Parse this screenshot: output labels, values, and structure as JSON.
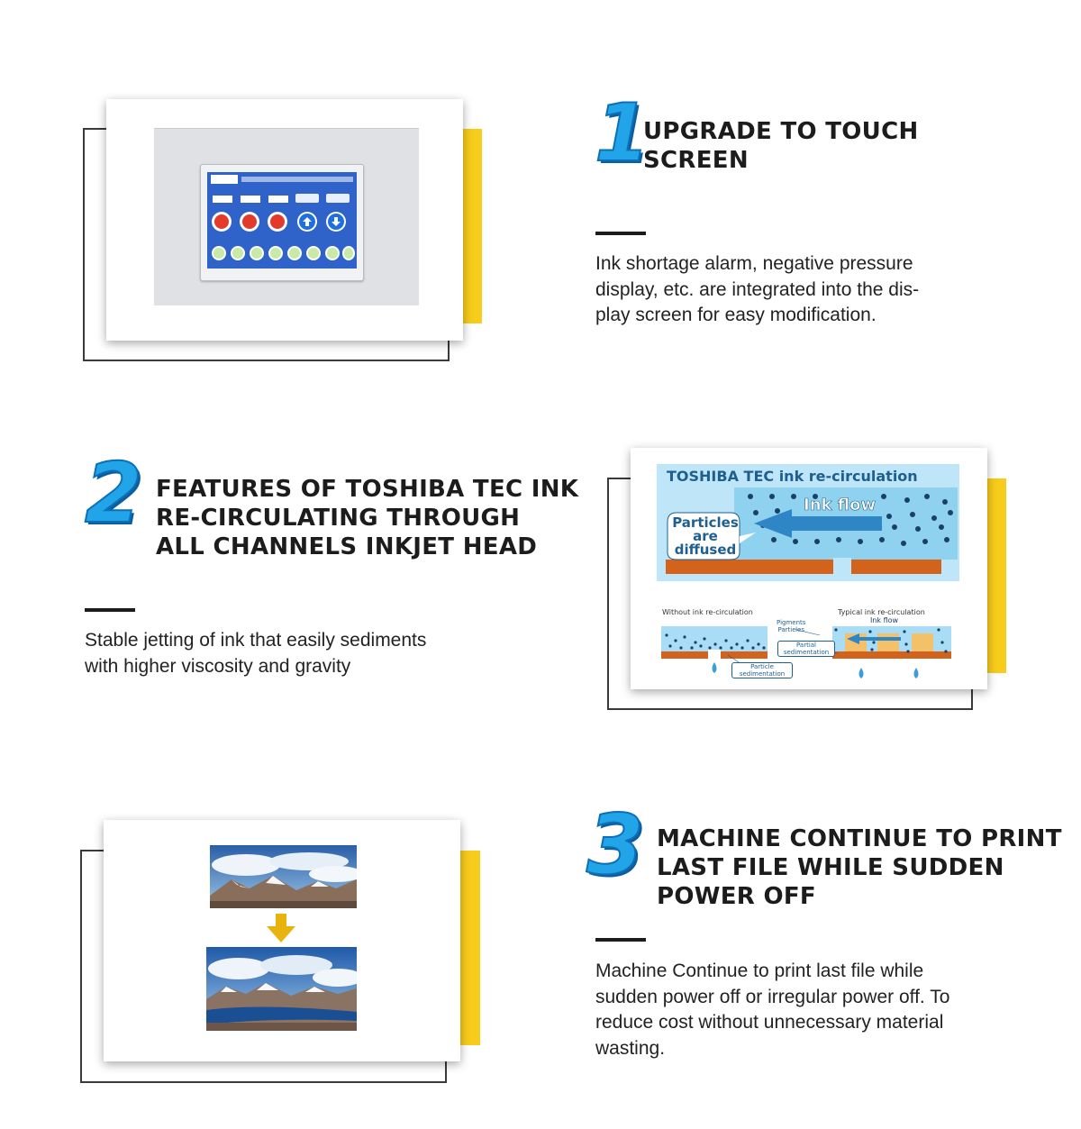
{
  "features": [
    {
      "number": "1",
      "title_lines": [
        "UPGRADE TO TOUCH",
        "SCREEN"
      ],
      "description_lines": [
        "Ink shortage alarm, negative pressure",
        "display, etc. are integrated into the dis-",
        "play screen for easy modification."
      ]
    },
    {
      "number": "2",
      "title_lines": [
        "FEATURES OF TOSHIBA TEC INK",
        "RE-CIRCULATING THROUGH",
        "ALL CHANNELS INKJET HEAD"
      ],
      "description_lines": [
        "Stable jetting of ink that easily sediments",
        "with higher viscosity and gravity"
      ]
    },
    {
      "number": "3",
      "title_lines": [
        "MACHINE CONTINUE TO PRINT",
        "LAST FILE WHILE SUDDEN",
        "POWER OFF"
      ],
      "description_lines": [
        "Machine Continue to print last file while",
        "sudden power off or irregular power off. To",
        "reduce cost without unnecessary material",
        "wasting."
      ]
    }
  ],
  "diagram": {
    "title": "TOSHIBA TEC ink re-circulation",
    "ink_flow": "Ink flow",
    "particles_lines": [
      "Particles",
      "are",
      "diffused"
    ],
    "without_label": "Without ink re-circulation",
    "typical_label": "Typical ink re-circulation",
    "typical_flow": "Ink flow",
    "pigments_lines": [
      "Pigments",
      "Particles"
    ],
    "partial_lines": [
      "Partial",
      "sedimentation"
    ],
    "particle_sed_lines": [
      "Particle",
      "sedimentation"
    ]
  },
  "colors": {
    "accent_yellow": "#f8cc1b",
    "number_blue": "#21a4e8",
    "ink_blue": "#a9dcf5",
    "nozzle_orange": "#d2621c",
    "text_dark": "#1c1c1c"
  },
  "icons": {
    "alarm_buttons": "red-alarm-icon",
    "arrow_buttons": "arrow-up-icon, arrow-down-icon",
    "status_buttons": "green-status-icon",
    "transition_arrow": "arrow-down-icon"
  }
}
